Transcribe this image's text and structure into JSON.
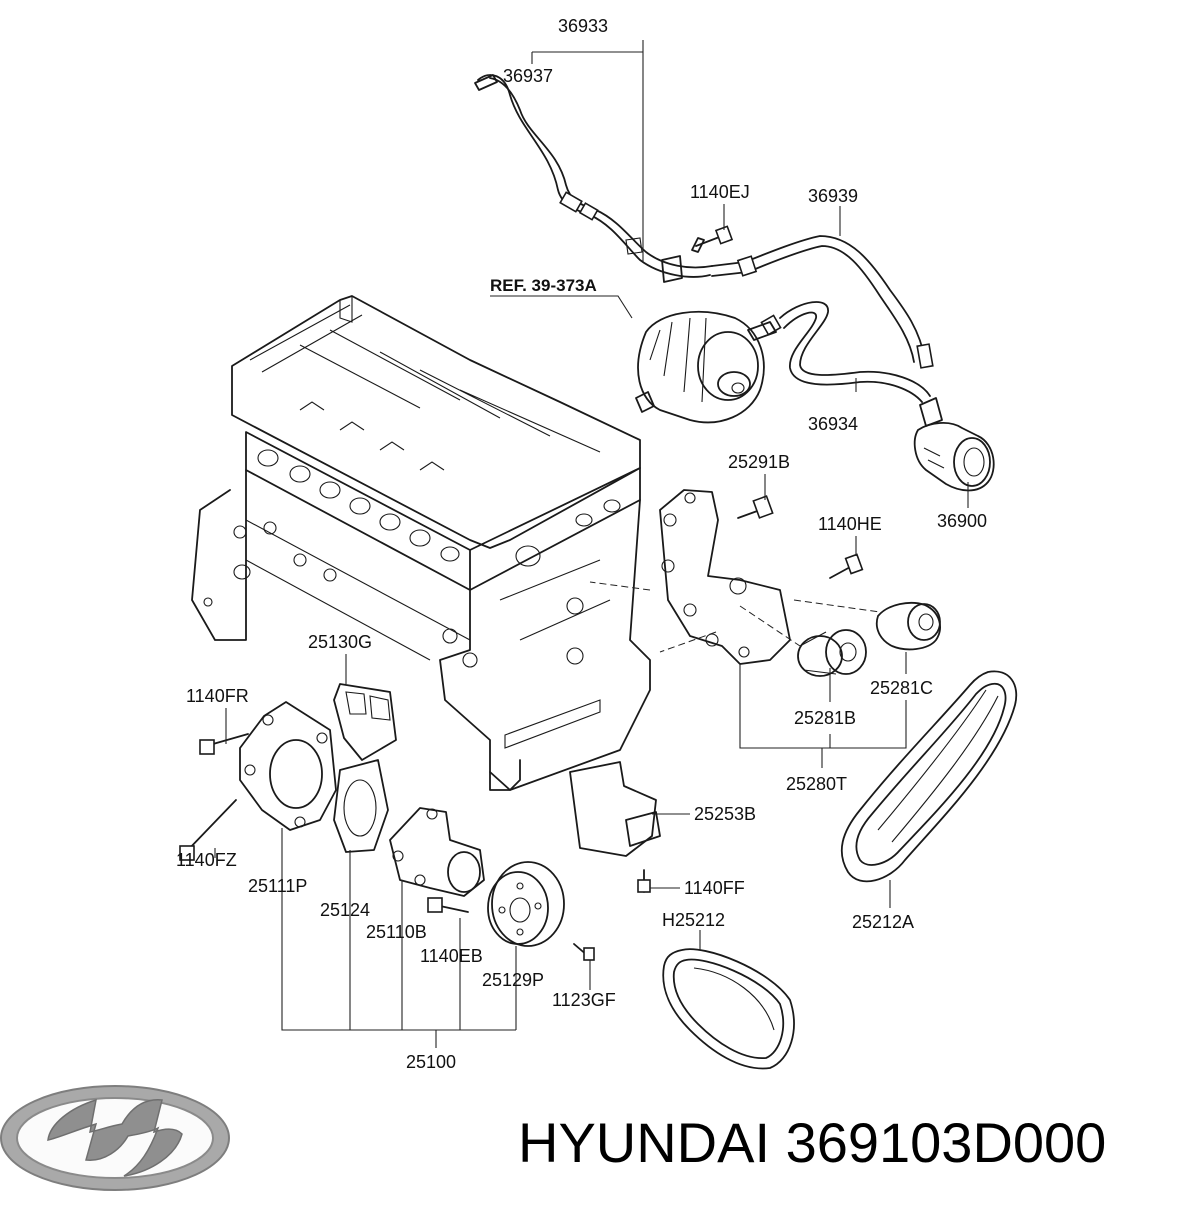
{
  "labels": {
    "l36933": "36933",
    "l36937": "36937",
    "l1140EJ": "1140EJ",
    "l36939": "36939",
    "ref": "REF. 39-373A",
    "l36934": "36934",
    "l36900": "36900",
    "l25291B": "25291B",
    "l1140HE": "1140HE",
    "l25130G": "25130G",
    "l1140FR": "1140FR",
    "l25281C": "25281C",
    "l25281B": "25281B",
    "l25280T": "25280T",
    "l25253B": "25253B",
    "l1140FZ": "1140FZ",
    "l25111P": "25111P",
    "l25124": "25124",
    "l25110B": "25110B",
    "l1140EB": "1140EB",
    "l1140FF": "1140FF",
    "lH25212": "H25212",
    "l25212A": "25212A",
    "l25129P": "25129P",
    "l1123GF": "1123GF",
    "l25100": "25100"
  },
  "brand": {
    "logo": "hyundai-logo",
    "caption": "HYUNDAI 369103D000"
  }
}
